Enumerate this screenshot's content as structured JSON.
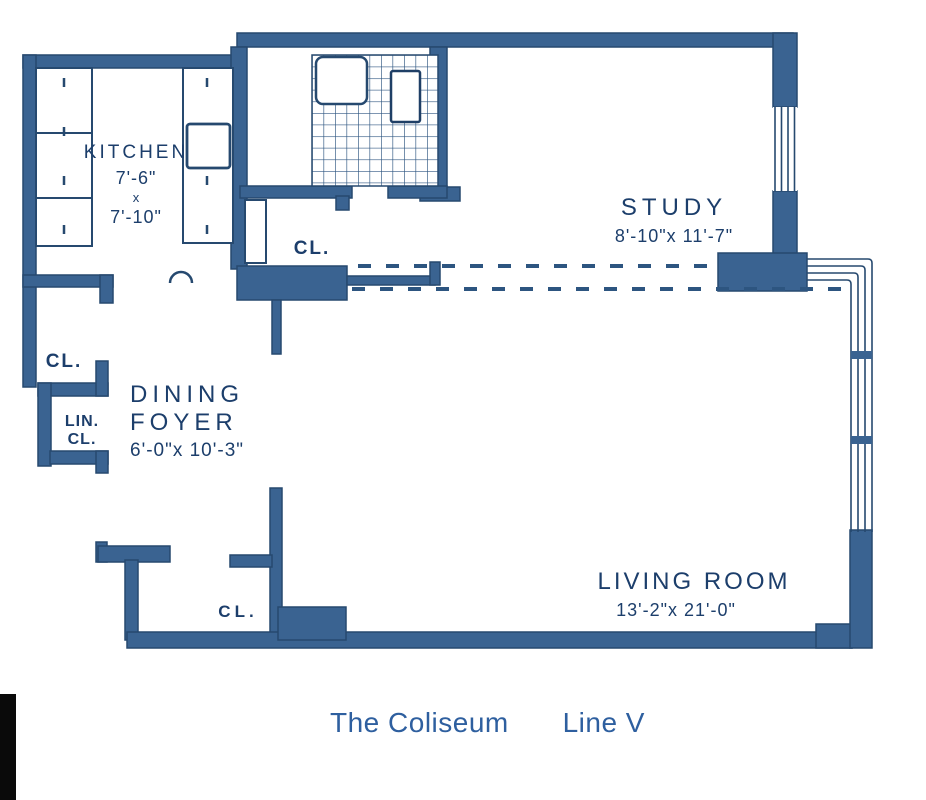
{
  "plan": {
    "rooms": {
      "kitchen": {
        "name": "KITCHEN",
        "dim_width": "7'-6\"",
        "dim_sep": "x",
        "dim_depth": "7'-10\""
      },
      "study": {
        "name": "STUDY",
        "dims": "8'-10\"x 11'-7\""
      },
      "dining_foyer": {
        "name_line1": "DINING",
        "name_line2": "FOYER",
        "dims": "6'-0\"x 10'-3\""
      },
      "living_room": {
        "name": "LIVING ROOM",
        "dims": "13'-2\"x 21'-0\""
      }
    },
    "closets": {
      "hall": "CL.",
      "foyer": "CL.",
      "linen_line1": "LIN.",
      "linen_line2": "CL.",
      "entry": "CL."
    },
    "colors": {
      "wall_fill": "#3a6391",
      "wall_edge": "#26496f",
      "detail_line": "#2d5580",
      "label_text": "#1c3e6b",
      "title_text": "#2e5f9f",
      "background": "#ffffff"
    }
  },
  "footer": {
    "building": "The Coliseum",
    "line": "Line V"
  }
}
